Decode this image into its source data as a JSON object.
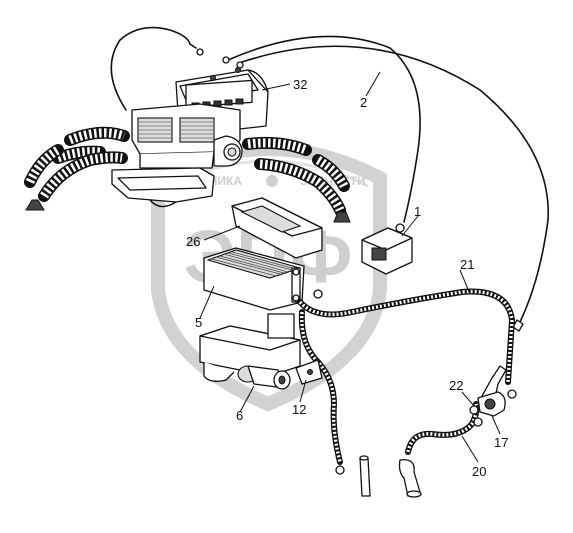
{
  "watermark": {
    "logo_text": "ЭПФ",
    "tagline_left": "ТЕХНИКА",
    "tagline_right": "ЗАПЧАСТИ"
  },
  "callouts": {
    "c1": "1",
    "c2": "2",
    "c5": "5",
    "c6": "6",
    "c12": "12",
    "c17": "17",
    "c20": "20",
    "c21": "21",
    "c22": "22",
    "c26": "26",
    "c32": "32"
  }
}
